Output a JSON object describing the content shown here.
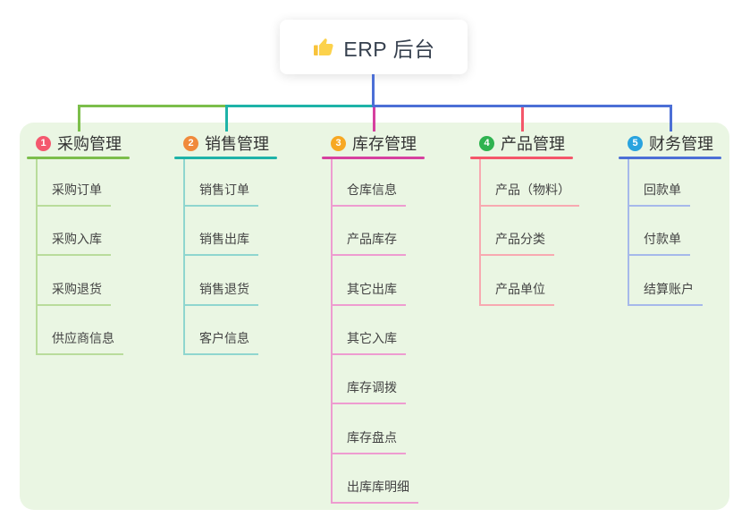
{
  "root": {
    "title": "ERP 后台",
    "icon": "thumbs-up-icon",
    "stem_color": "#4c6fd6"
  },
  "panel": {
    "background": "#eaf6e3"
  },
  "branches": [
    {
      "num": "1",
      "label": "采购管理",
      "badge_color": "#f4586e",
      "line_color": "#7cbe4b",
      "child_line_color": "#b9dc9b",
      "children": [
        "采购订单",
        "采购入库",
        "采购退货",
        "供应商信息"
      ]
    },
    {
      "num": "2",
      "label": "销售管理",
      "badge_color": "#f08a3c",
      "line_color": "#1eb3a8",
      "child_line_color": "#8fd6cf",
      "children": [
        "销售订单",
        "销售出库",
        "销售退货",
        "客户信息"
      ]
    },
    {
      "num": "3",
      "label": "库存管理",
      "badge_color": "#f7a823",
      "line_color": "#d6409f",
      "child_line_color": "#ee9cd0",
      "children": [
        "仓库信息",
        "产品库存",
        "其它出库",
        "其它入库",
        "库存调拨",
        "库存盘点",
        "出库库明细"
      ]
    },
    {
      "num": "4",
      "label": "产品管理",
      "badge_color": "#2fb350",
      "line_color": "#f4566a",
      "child_line_color": "#f8a9b1",
      "children": [
        "产品（物料）",
        "产品分类",
        "产品单位"
      ]
    },
    {
      "num": "5",
      "label": "财务管理",
      "badge_color": "#29a3df",
      "line_color": "#4c6fd6",
      "child_line_color": "#a6b9ea",
      "children": [
        "回款单",
        "付款单",
        "结算账户"
      ]
    }
  ]
}
